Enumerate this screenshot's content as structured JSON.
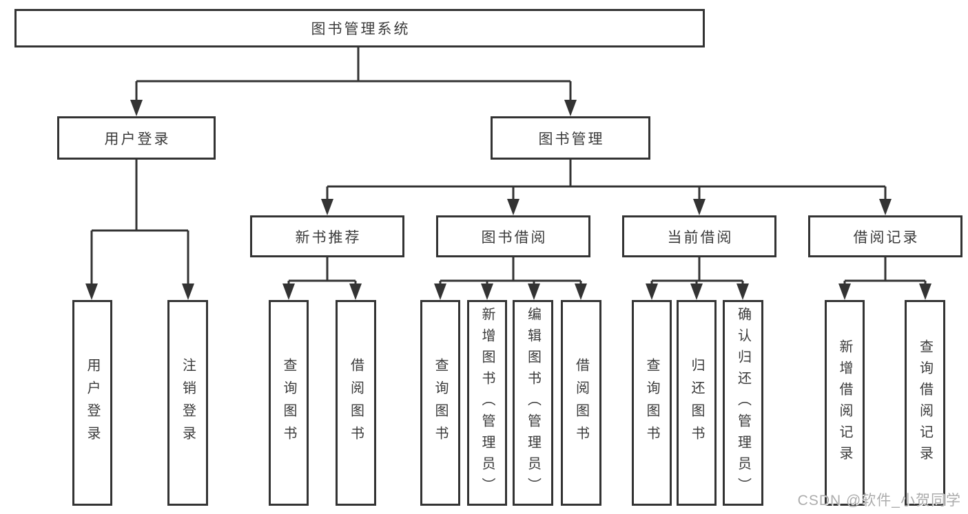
{
  "diagram": {
    "title": "图书管理系统",
    "level2": [
      {
        "label": "用户登录"
      },
      {
        "label": "图书管理"
      }
    ],
    "level3": [
      {
        "label": "新书推荐"
      },
      {
        "label": "图书借阅"
      },
      {
        "label": "当前借阅"
      },
      {
        "label": "借阅记录"
      }
    ],
    "leaves": [
      {
        "label": "用户登录"
      },
      {
        "label": "注销登录"
      },
      {
        "label": "查询图书"
      },
      {
        "label": "借阅图书"
      },
      {
        "label": "查询图书"
      },
      {
        "label": "新增图书（管理员）"
      },
      {
        "label": "编辑图书（管理员）"
      },
      {
        "label": "借阅图书"
      },
      {
        "label": "查询图书"
      },
      {
        "label": "归还图书"
      },
      {
        "label": "确认归还（管理员）"
      },
      {
        "label": "新增借阅记录"
      },
      {
        "label": "查询借阅记录"
      }
    ],
    "colors": {
      "line": "#333333",
      "box_border": "#333333",
      "text": "#3a3a3a",
      "background": "#ffffff",
      "watermark": "#acacac"
    },
    "watermark": "CSDN @软件_小贺同学"
  }
}
